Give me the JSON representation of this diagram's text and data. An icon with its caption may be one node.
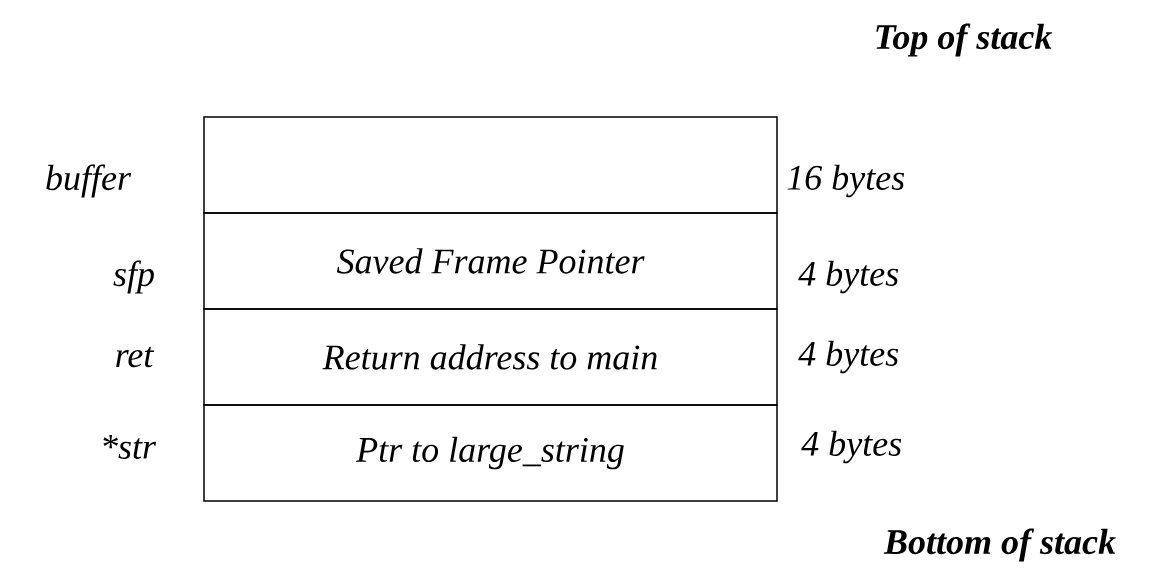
{
  "diagram": {
    "nodes": [
      {
        "text": [],
        "shape": "box",
        "beside": [
          "buffer",
          "16 bytes"
        ]
      },
      {
        "text": [
          "Saved Frame Pointer"
        ],
        "beside": [
          "sfp",
          "4 bytes"
        ]
      },
      {
        "text": [
          "Return address to main"
        ],
        "beside": [
          "ret",
          "4 bytes"
        ]
      },
      {
        "text": [
          "Ptr to large_string"
        ],
        "beside": [
          "*str",
          "4 bytes"
        ]
      }
    ],
    "edges": [],
    "labels": [
      "Top of stack",
      "Bottom of stack"
    ]
  }
}
